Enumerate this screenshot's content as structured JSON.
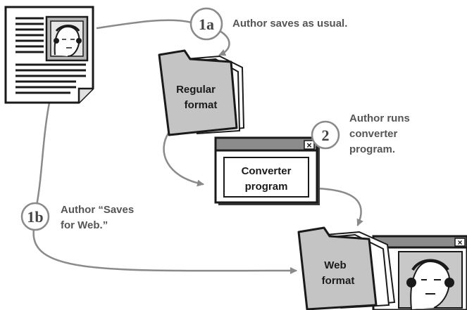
{
  "steps": {
    "s1a": {
      "number": "1a",
      "lines": [
        "Author saves as usual."
      ]
    },
    "s2": {
      "number": "2",
      "lines": [
        "Author runs",
        "converter",
        "program."
      ]
    },
    "s1b": {
      "number": "1b",
      "lines": [
        "Author “Saves",
        "for Web.”"
      ]
    }
  },
  "folders": {
    "regular": {
      "lines": [
        "Regular",
        "format"
      ]
    },
    "web": {
      "lines": [
        "Web",
        "format"
      ]
    }
  },
  "converter": {
    "lines": [
      "Converter",
      "program"
    ],
    "close_glyph": "×"
  },
  "web_window": {
    "close_glyph": "×"
  },
  "colors": {
    "ink": "#1a1a1a",
    "arrow": "#8a8a8a",
    "folder": "#c4c4c4",
    "titlebar": "#8c8c8c",
    "label": "#555555"
  }
}
